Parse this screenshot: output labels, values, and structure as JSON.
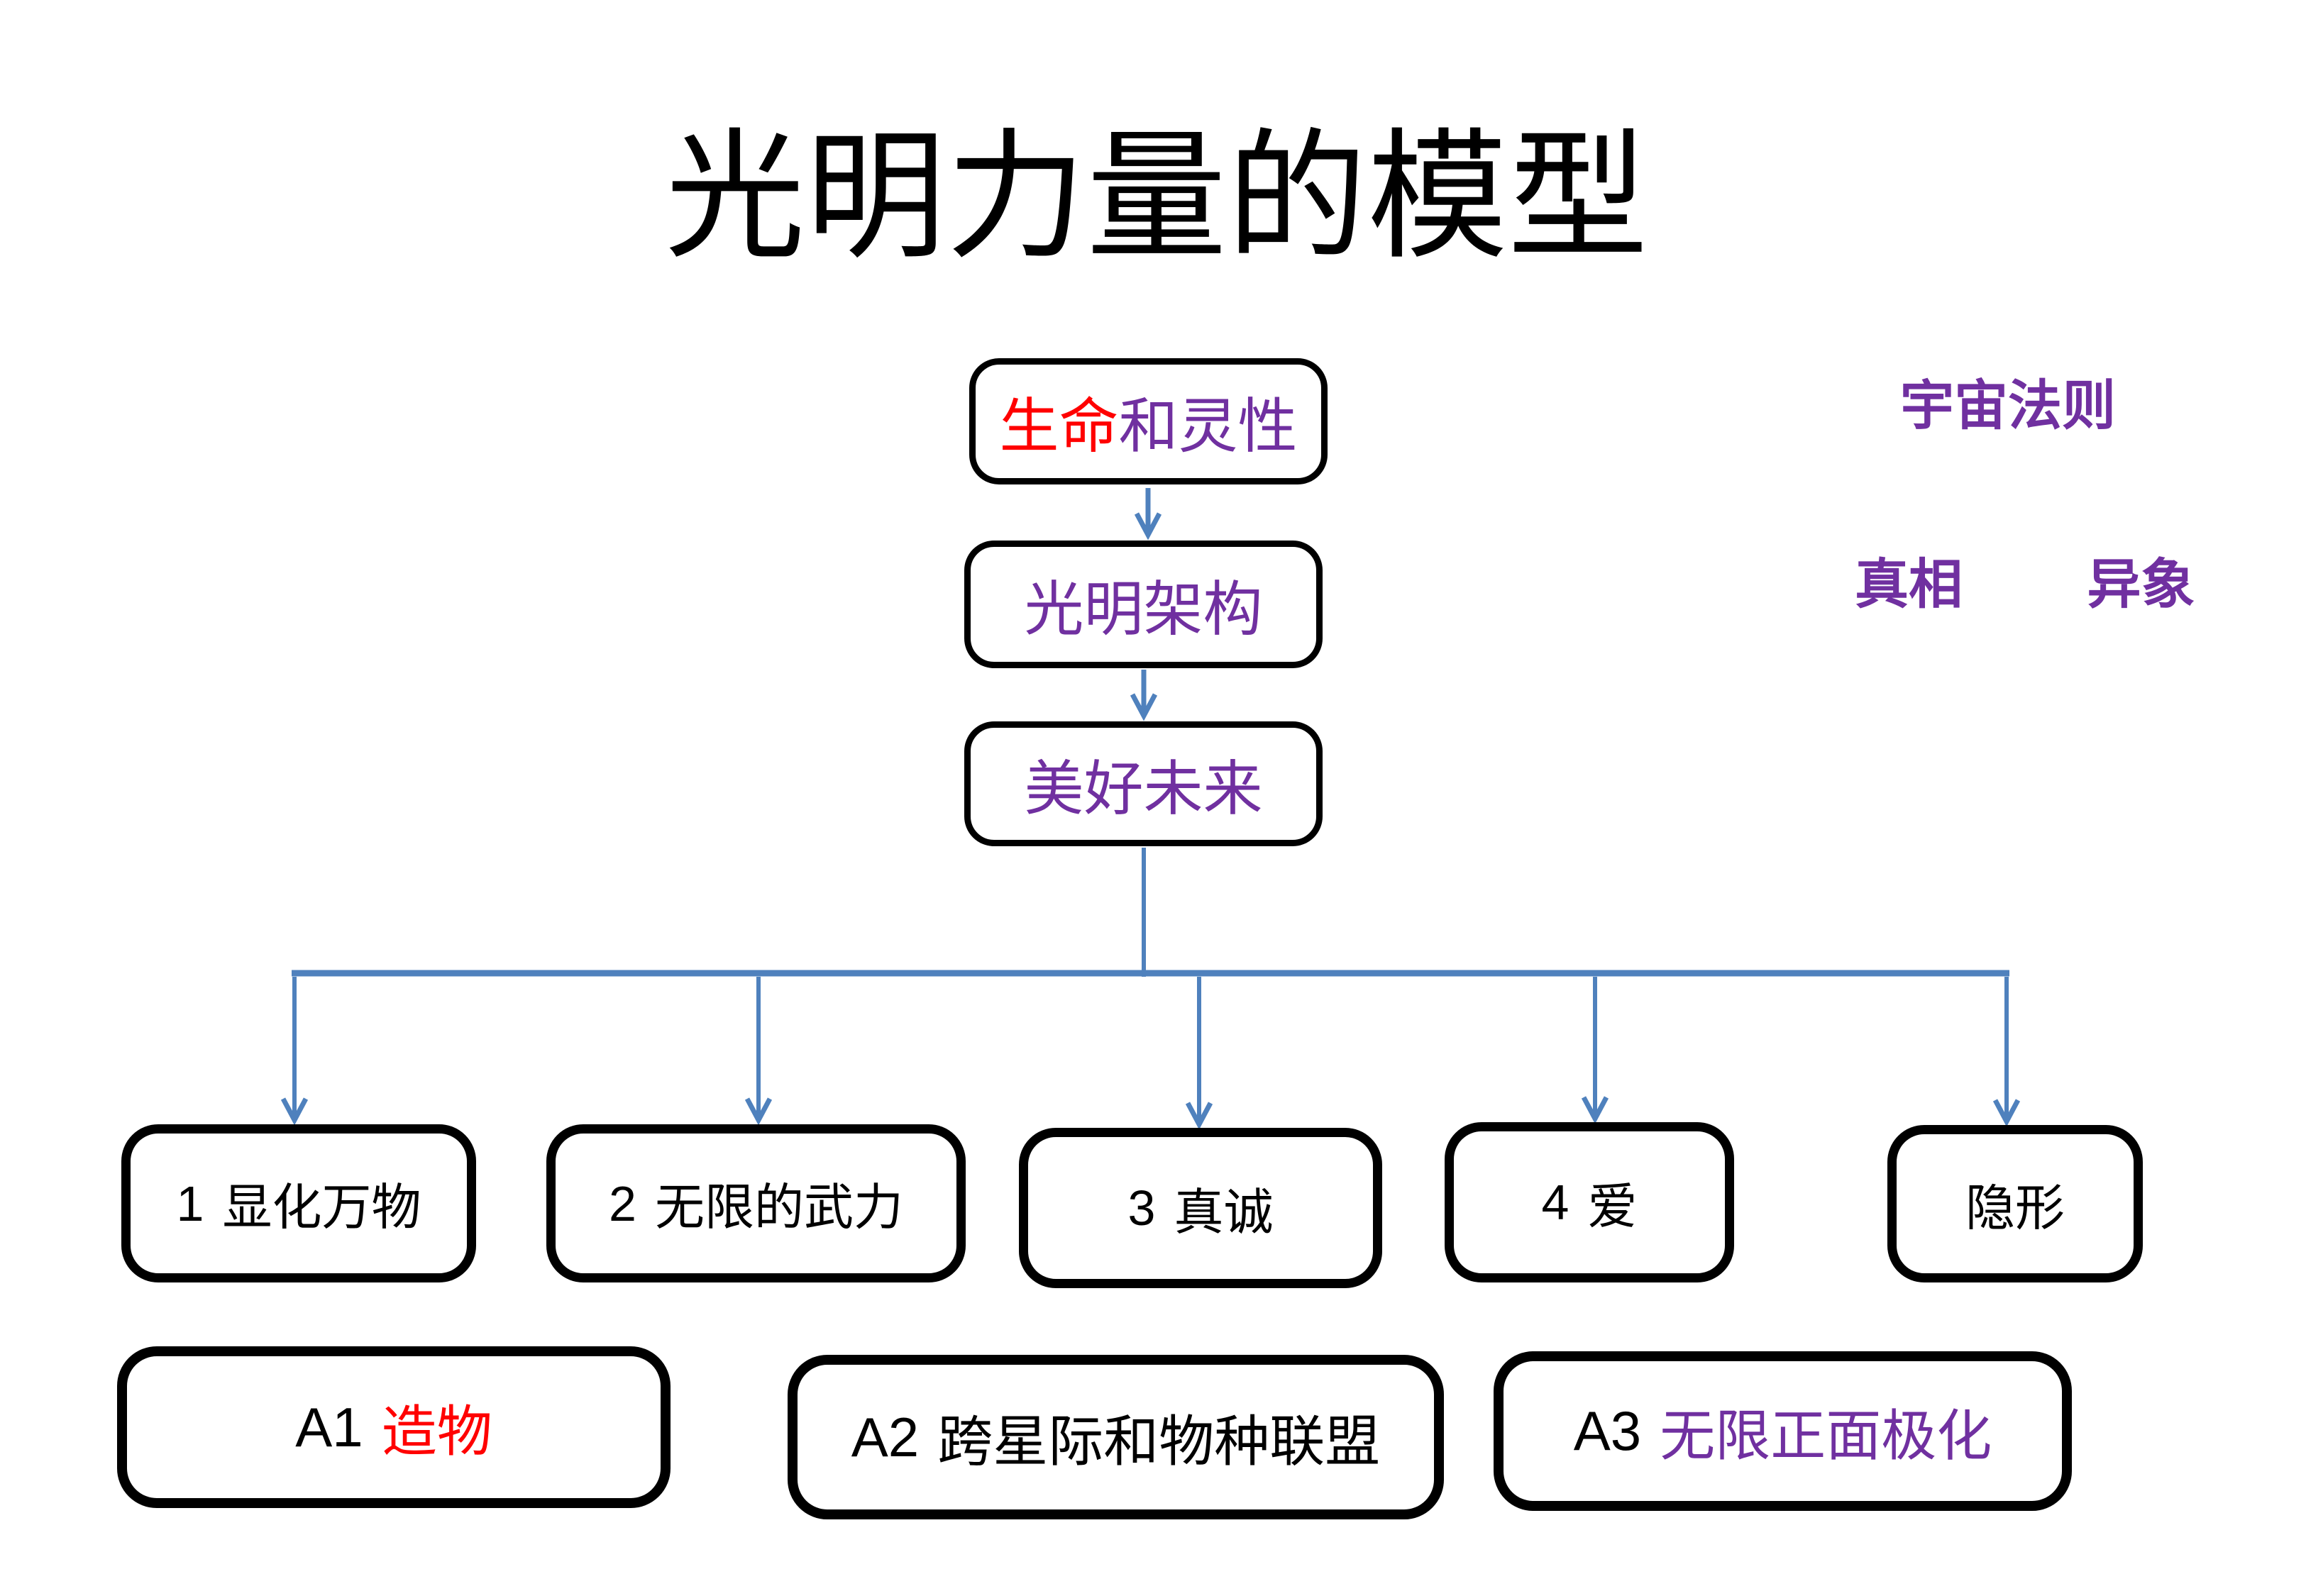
{
  "title": "光明力量的模型",
  "colors": {
    "arrow_blue": "#4F81BD",
    "purple": "#7030A0",
    "red": "#FF0000",
    "black": "#000000"
  },
  "nodes": {
    "life": {
      "part_red": "生命",
      "part_purple": "和灵性"
    },
    "architecture": {
      "text": "光明架构"
    },
    "future": {
      "text": "美好未来"
    },
    "b1": {
      "num": "1",
      "text": "显化万物"
    },
    "b2": {
      "num": "2",
      "text": "无限的武力"
    },
    "b3": {
      "num": "3",
      "text": "真诚"
    },
    "b4": {
      "num": "4",
      "text": "爱"
    },
    "b5": {
      "text": "隐形"
    },
    "a1": {
      "num": "A1",
      "text": "造物"
    },
    "a2": {
      "num": "A2",
      "text": "跨星际和物种联盟"
    },
    "a3": {
      "num": "A3",
      "text": "无限正面极化"
    }
  },
  "annotations": {
    "cosmic_law": "宇宙法则",
    "truth": "真相",
    "anomaly": "异象"
  }
}
